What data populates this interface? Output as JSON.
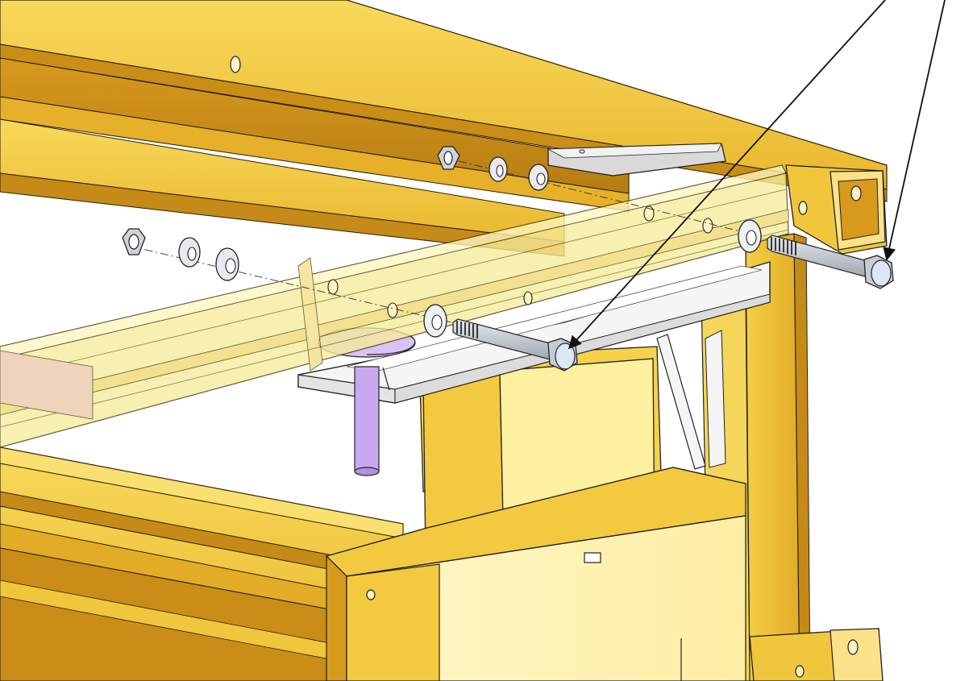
{
  "figure": {
    "kind": "exploded assembly drawing",
    "callout_count": 2,
    "callout_targets": [
      "hex-bolt-front",
      "hex-bolt-rear"
    ]
  },
  "colors": {
    "frame_light": "#f6d24a",
    "frame_mid": "#e8b52c",
    "frame_dark": "#c58a17",
    "frame_shadow": "#a8700f",
    "translucent_rail": "#f7ec9a",
    "bracket": "#f4f4f4",
    "pin": "#c8a8f0",
    "bolt": "#c9cfd8",
    "bolt_head": "#dfe6f6",
    "outline": "#1a1a1a",
    "hole": "#fdf3c6"
  }
}
